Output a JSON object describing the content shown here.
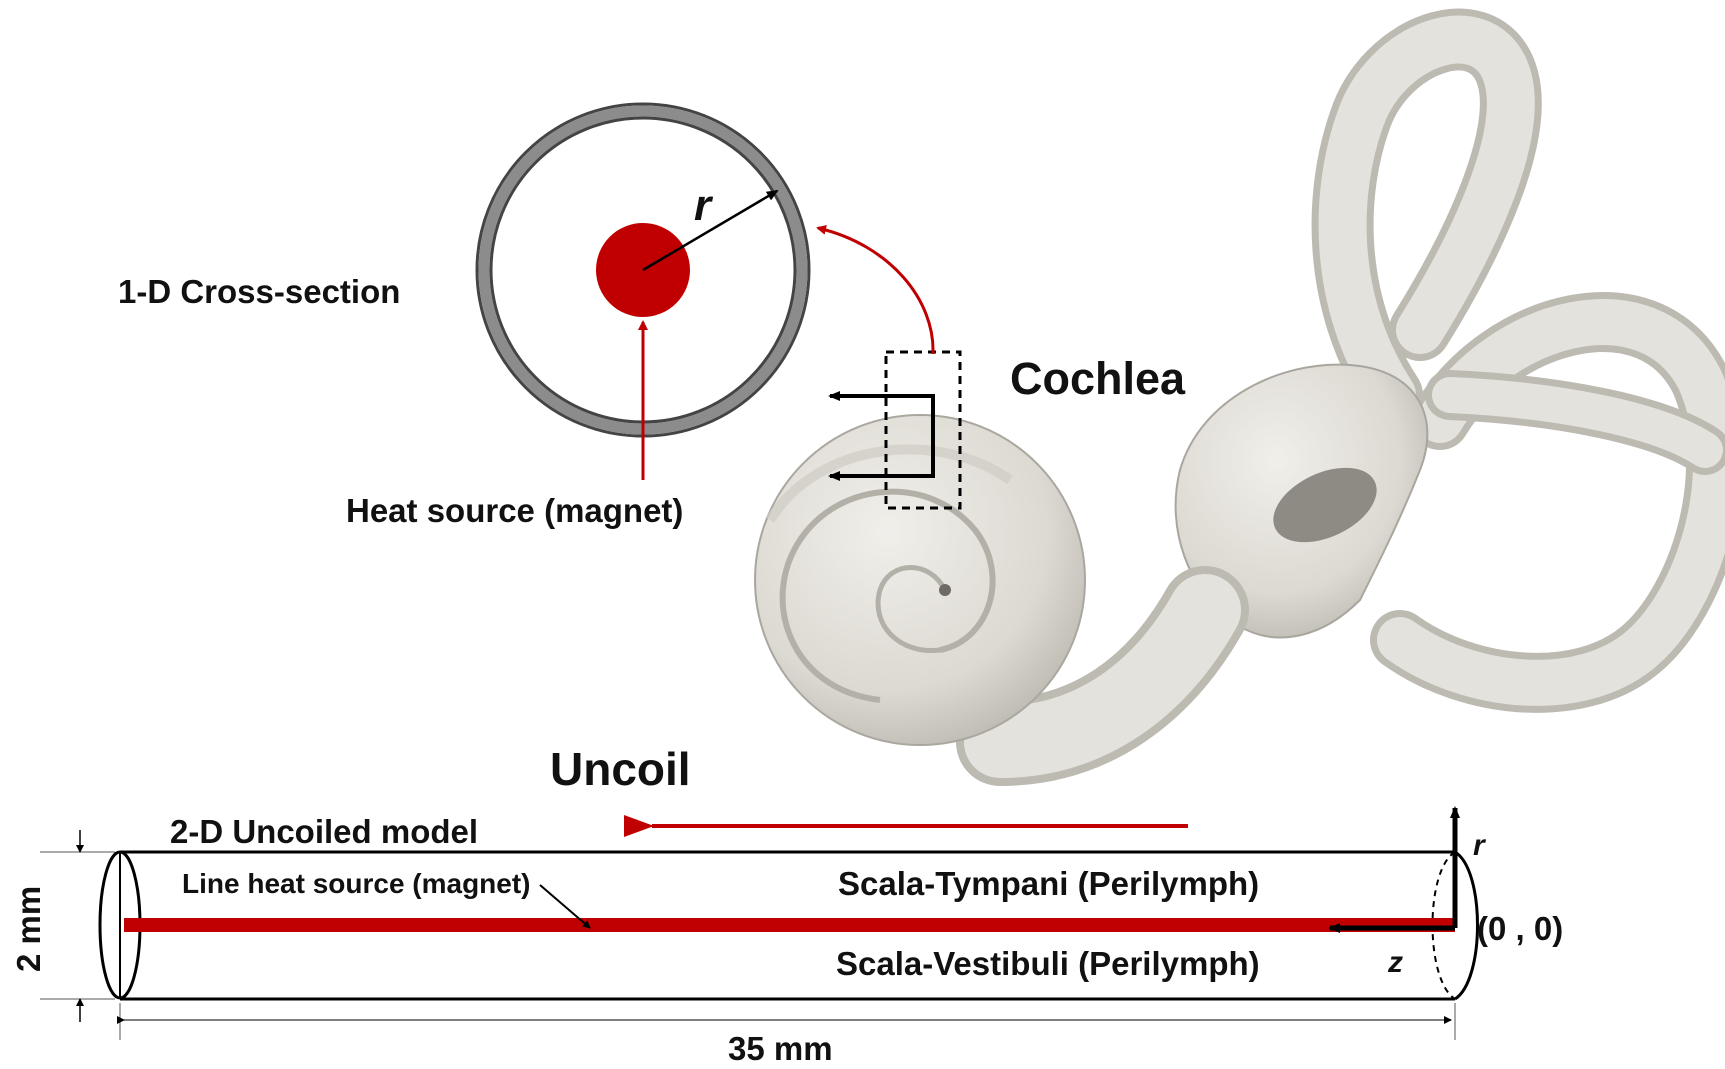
{
  "labels": {
    "cross_section": "1-D Cross-section",
    "radius_symbol": "r",
    "heat_source": "Heat source (magnet)",
    "cochlea": "Cochlea",
    "uncoil": "Uncoil",
    "uncoiled_model": "2-D Uncoiled model",
    "line_heat_source": "Line heat source (magnet)",
    "scala_tympani": "Scala-Tympani (Perilymph)",
    "scala_vestibuli": "Scala-Vestibuli (Perilymph)",
    "height_dim": "2 mm",
    "length_dim": "35 mm",
    "axis_r": "r",
    "axis_z": "z",
    "origin": "(0 , 0)"
  },
  "colors": {
    "heat_red": "#c00000",
    "outline": "#000000",
    "tube_gray": "#8c8c8c",
    "cochlea_fill": "#e4e2dc",
    "cochlea_shade": "#b9b6ae"
  }
}
